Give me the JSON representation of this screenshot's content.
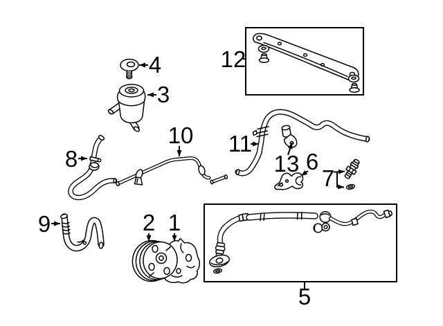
{
  "colors": {
    "line_color": "#000000",
    "background_color": "#ffffff"
  },
  "callouts": [
    {
      "label": "1"
    },
    {
      "label": "2"
    },
    {
      "label": "3"
    },
    {
      "label": "4"
    },
    {
      "label": "5"
    },
    {
      "label": "6"
    },
    {
      "label": "7"
    },
    {
      "label": "8"
    },
    {
      "label": "9"
    },
    {
      "label": "10"
    },
    {
      "label": "11"
    },
    {
      "label": "12"
    },
    {
      "label": "13"
    }
  ]
}
